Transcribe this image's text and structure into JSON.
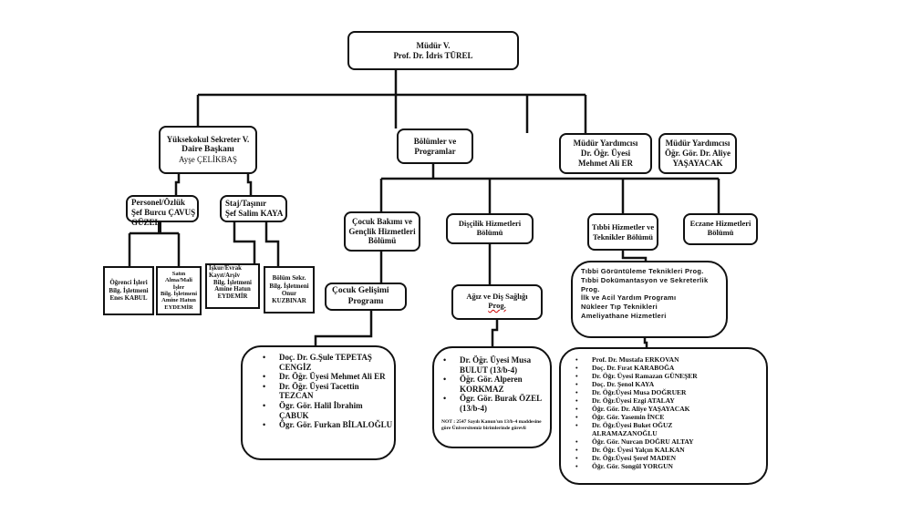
{
  "director": {
    "title": "Müdür V.",
    "name": "Prof. Dr. İdris TÜREL"
  },
  "secretary": {
    "line1": "Yüksekokul Sekreter V.",
    "line2": "Daire Başkanı",
    "name": "Ayşe ÇELİKBAŞ"
  },
  "departments_header": {
    "label": "Bölümler ve Programlar"
  },
  "deputy1": {
    "title": "Müdür Yardımcısı",
    "line2": "Dr. Öğr. Üyesi",
    "name": "Mehmet Ali ER"
  },
  "deputy2": {
    "title": "Müdür Yardımcısı",
    "line2": "Öğr. Gör. Dr. Aliye",
    "name": "YAŞAYACAK"
  },
  "personnel": {
    "line1": "Personel/Özlük",
    "line2": "Şef Burcu ÇAVUŞ",
    "line3": "GÜZEL"
  },
  "internship": {
    "line1": "Staj/Taşınır",
    "line2": "Şef Salim KAYA"
  },
  "staff_units": [
    {
      "lines": [
        "Öğrenci İşleri",
        "Bilg. İşletmeni",
        "Enes KABUL"
      ]
    },
    {
      "lines": [
        "Satın",
        "Alma/Mali",
        "İşler",
        "Bilg. İşletmeni",
        "Amine Hatun",
        "EYDEMİR"
      ]
    },
    {
      "lines": [
        "İşkur/Evrak",
        "Kayıt/Arşiv",
        "Bilg. İşletmeni",
        "Amine Hatun",
        "EYDEMİR"
      ]
    },
    {
      "lines": [
        "Bölüm Sekr.",
        "Bilg. İşletmeni",
        "Onur",
        "KUZBINAR"
      ]
    }
  ],
  "departments": [
    {
      "lines": [
        "Çocuk Bakımı ve",
        "Gençlik Hizmetleri",
        "Bölümü"
      ]
    },
    {
      "lines": [
        "Dişçilik Hizmetleri",
        "Bölümü"
      ]
    },
    {
      "lines": [
        "Tıbbi Hizmetler ve",
        "Teknikler Bölümü"
      ]
    },
    {
      "lines": [
        "Eczane Hizmetleri",
        "Bölümü"
      ]
    }
  ],
  "programs": {
    "child_development": {
      "lines": [
        "Çocuk  Gelişimi",
        "Programı"
      ]
    },
    "oral_dental": {
      "lines": [
        "Ağız ve Diş Sağlığı",
        "Prog."
      ]
    },
    "medical": {
      "lines": [
        "Tıbbi Görüntüleme Teknikleri Prog.",
        "Tıbbi Dokümantasyon ve Sekreterlik",
        "Prog.",
        "İlk ve Acil Yardım Programı",
        "Nükleer Tıp Teknikleri",
        "Ameliyathane Hizmetleri"
      ]
    }
  },
  "staff_lists": {
    "child_development": [
      "Doç. Dr. G.Şule TEPETAŞ CENGİZ",
      "Dr. Öğr. Üyesi Mehmet Ali ER",
      "Dr. Öğr. Üyesi Tacettin TEZCAN",
      "Ögr. Gör. Halil İbrahim ÇABUK",
      "Ögr. Gör. Furkan BİLALOĞLU"
    ],
    "oral_dental": [
      "Dr. Öğr. Üyesi Musa BULUT (13/b-4)",
      "Öğr. Gör. Alperen KORKMAZ",
      "Ögr. Gör. Burak ÖZEL (13/b-4)"
    ],
    "oral_dental_note": "NOT : 2547 Sayılı Kanun'un 13/b-4 maddesine göre Üniversitemiz birimlerinde görevli",
    "medical": [
      "Prof. Dr. Mustafa ERKOVAN",
      "Doç. Dr. Fırat KARABOĞA",
      "Dr. Öğr. Üyesi Ramazan GÜNEŞER",
      "Doç. Dr. Şenol KAYA",
      "Dr. Öğr.Üyesi Musa DOĞRUER",
      "Dr. Öğr.Üyesi Ezgi ATALAY",
      "Öğr. Gör. Dr. Aliye YAŞAYACAK",
      "Öğr. Gör. Yasemin İNCE",
      "Dr. Öğr.Üyesi Buket OĞUZ ALRAMAZANOĞLU",
      "Öğr. Gör. Nurcan DOĞRU ALTAY",
      "Dr. Öğr. Üyesi Yalçın KALKAN",
      "Dr. Öğr.Üyesi Şeref MADEN",
      "Öğr. Gör. Songül YORGUN"
    ]
  }
}
